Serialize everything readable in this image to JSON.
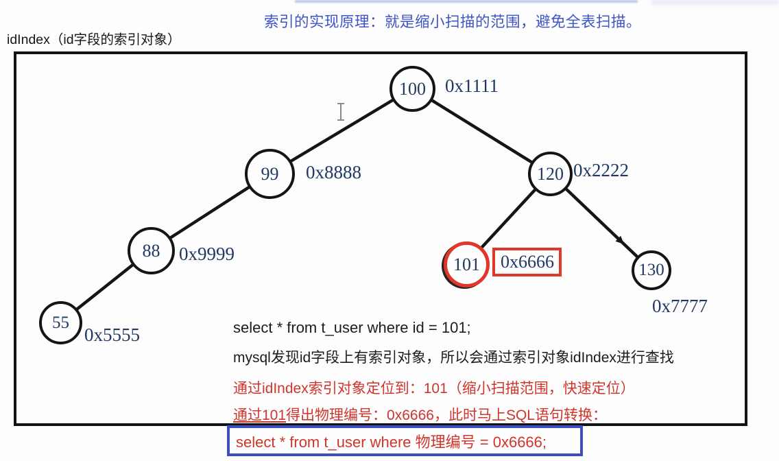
{
  "page": {
    "title": "索引的实现原理：就是缩小扫描的范围，避免全表扫描。",
    "diagram_label": "idIndex（id字段的索引对象）"
  },
  "tree": {
    "nodes": [
      {
        "value": "100",
        "hex": "0x1111"
      },
      {
        "value": "99",
        "hex": "0x8888"
      },
      {
        "value": "88",
        "hex": "0x9999"
      },
      {
        "value": "55",
        "hex": "0x5555"
      },
      {
        "value": "120",
        "hex": "0x2222"
      },
      {
        "value": "101",
        "hex": "0x6666",
        "highlighted": true
      },
      {
        "value": "130",
        "hex": "0x7777"
      }
    ]
  },
  "notes": {
    "line1": "select * from t_user where id = 101;",
    "line2": "mysql发现id字段上有索引对象，所以会通过索引对象idIndex进行查找",
    "line3": "通过idIndex索引对象定位到：101（缩小扫描范围，快速定位）",
    "line4_underlined": "通过101",
    "line4_rest": "得出物理编号：0x6666，此时马上SQL语句转换："
  },
  "sql_result_box": {
    "text": "select * from t_user where 物理编号 = 0x6666;"
  },
  "colors": {
    "title_blue": "#3d54c6",
    "highlight_red": "#e0372a",
    "note_red": "#ce352c",
    "sql_box_border_blue": "#3d4fc0",
    "node_text_navy": "#1f3864",
    "edge_black": "#151515"
  }
}
